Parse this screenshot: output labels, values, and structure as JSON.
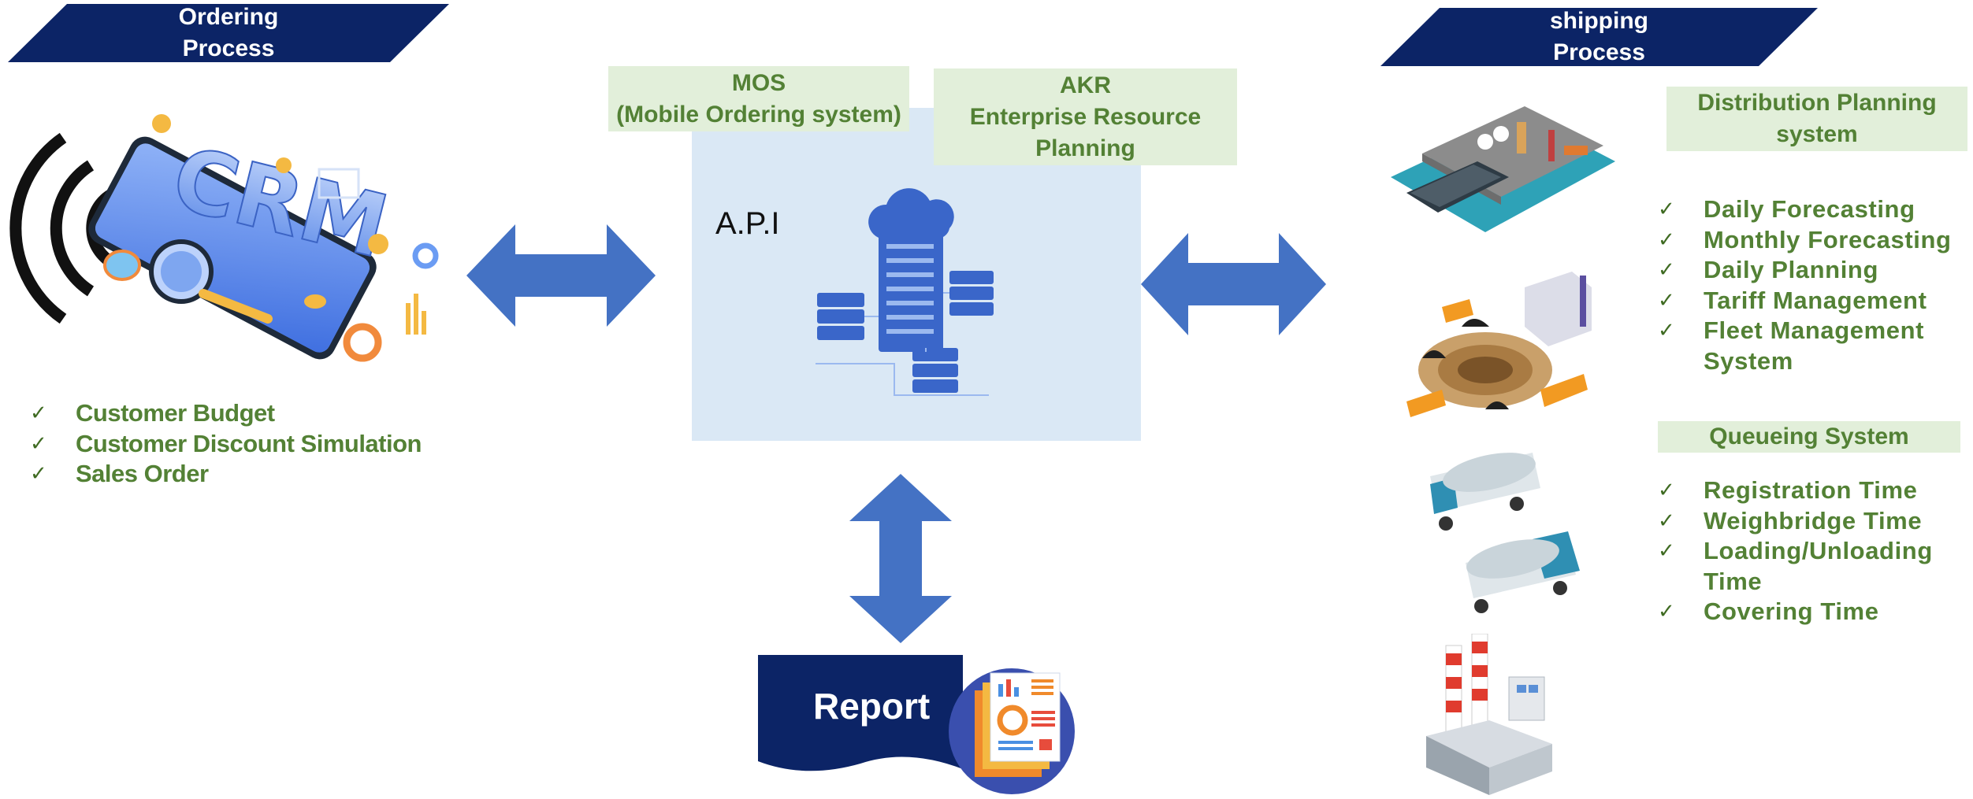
{
  "ordering": {
    "banner_line1": "Ordering",
    "banner_line2": "Process",
    "items": [
      "Customer Budget",
      "Customer Discount Simulation",
      "Sales Order"
    ],
    "crm_text": "CRM"
  },
  "center": {
    "mos_line1": "MOS",
    "mos_line2": "(Mobile Ordering system)",
    "akr_line1": "AKR",
    "akr_line2": "Enterprise Resource",
    "akr_line3": "Planning",
    "api_label": "A.P.I",
    "report_label": "Report"
  },
  "shipping": {
    "banner_line1": "shipping",
    "banner_line2": "Process",
    "distribution_line1": "Distribution Planning",
    "distribution_line2": "system",
    "distribution_items": [
      "Daily Forecasting",
      "Monthly Forecasting",
      "Daily Planning",
      "Tariff Management",
      "Fleet Management System"
    ],
    "queueing_title": "Queueing System",
    "queueing_items": [
      "Registration Time",
      "Weighbridge Time",
      "Loading/Unloading Time",
      "Covering Time"
    ]
  },
  "check_mark": "✓",
  "colors": {
    "banner": "#0c2466",
    "green_label_bg": "#e2efda",
    "green_text": "#538135",
    "arrow": "#4472c4",
    "api_box": "#dae8f5"
  },
  "icons": {
    "crm": "crm-phone-illustration",
    "server": "cloud-server-icon",
    "report": "report-document-icon",
    "port": "port-ship-icon",
    "mining": "mining-pit-icon",
    "tanker": "tanker-trucks-icon",
    "factory": "factory-icon"
  }
}
